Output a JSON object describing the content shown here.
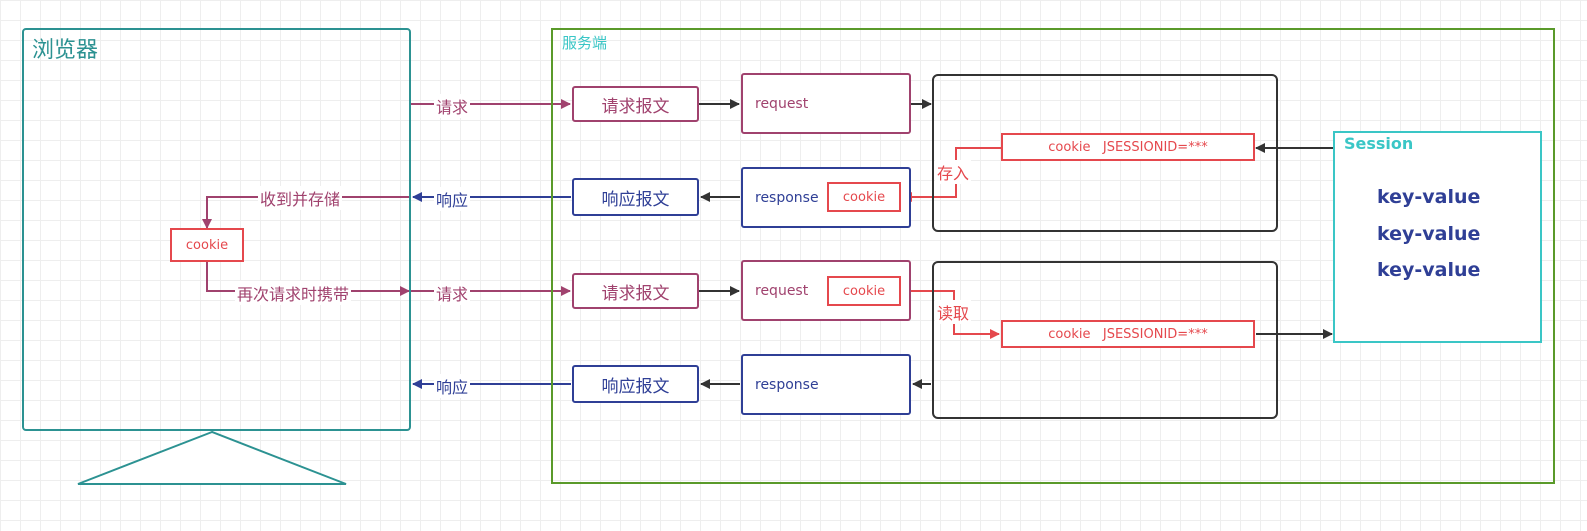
{
  "browser": {
    "title": "浏览器"
  },
  "server": {
    "title": "服务端"
  },
  "session": {
    "title": "Session",
    "entries": [
      "key-value",
      "key-value",
      "key-value"
    ]
  },
  "flow": {
    "request_label": "请求",
    "response_label": "响应",
    "receive_store_label": "收到并存储",
    "resend_label": "再次请求时携带",
    "store_label": "存入",
    "read_label": "读取"
  },
  "messages": {
    "request_message": "请求报文",
    "response_message": "响应报文"
  },
  "objects": {
    "request": "request",
    "response": "response",
    "cookie": "cookie",
    "cookie_jsessionid": "cookie   JSESSIONID=***"
  },
  "colors": {
    "request_flow": "#a0426e",
    "response_flow": "#2f3f96",
    "cookie": "#e5484d",
    "browser": "#2c9292",
    "server": "#5a9a2a",
    "session": "#3ac6c6",
    "handler": "#333333"
  }
}
